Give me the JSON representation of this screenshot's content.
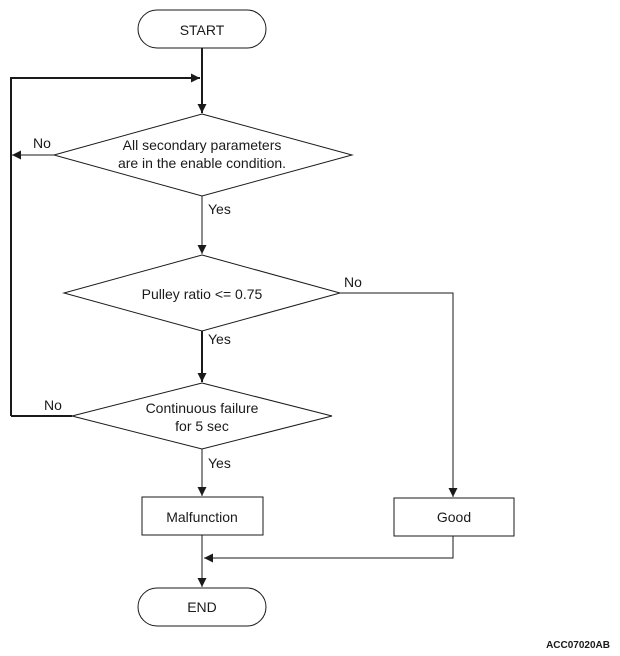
{
  "nodes": {
    "start": "START",
    "decision_enable": [
      "All secondary parameters",
      "are in the enable condition."
    ],
    "decision_pulley": "Pulley ratio <= 0.75",
    "decision_failure": [
      "Continuous failure",
      "for 5 sec"
    ],
    "malfunction": "Malfunction",
    "good": "Good",
    "end": "END"
  },
  "branch_labels": {
    "enable_no": "No",
    "enable_yes": "Yes",
    "pulley_no": "No",
    "pulley_yes": "Yes",
    "failure_no": "No",
    "failure_yes": "Yes"
  },
  "figure_id": "ACC07020AB",
  "colors": {
    "line": "#1a1a1a",
    "background": "#ffffff"
  }
}
